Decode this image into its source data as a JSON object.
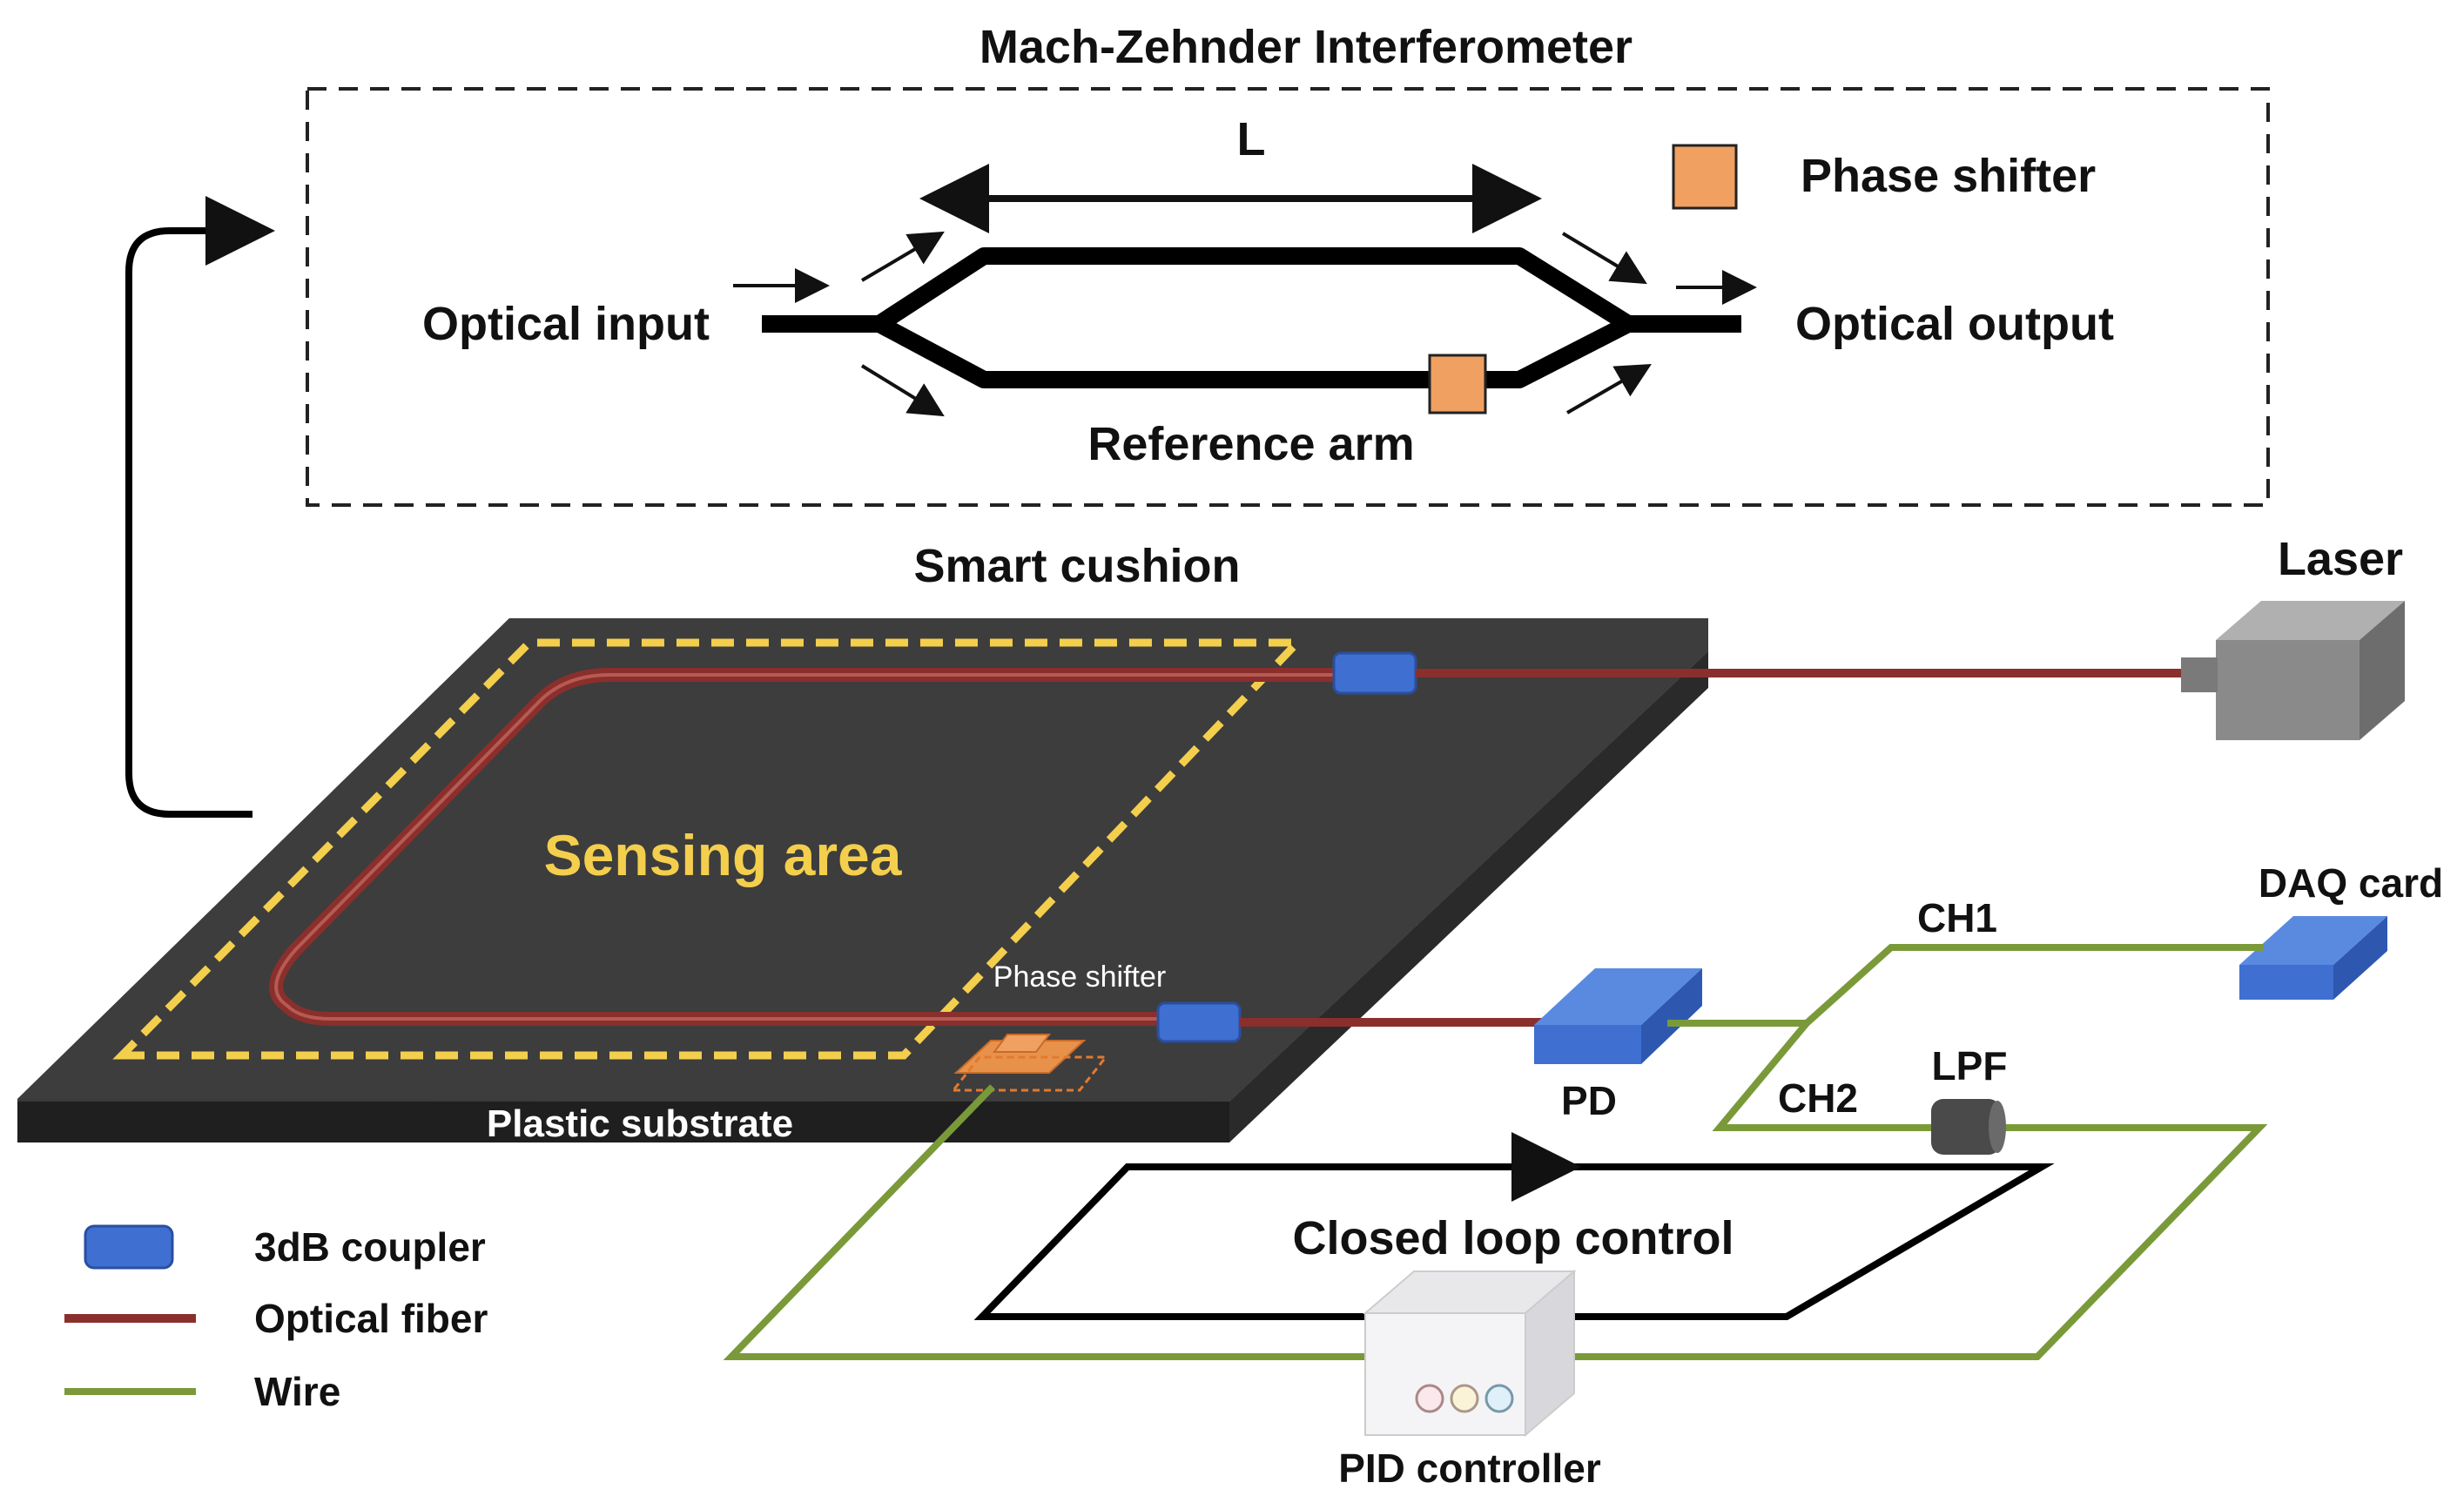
{
  "mzi": {
    "title": "Mach-Zehnder Interferometer",
    "length_label": "L",
    "input_label": "Optical input",
    "output_label": "Optical output",
    "reference_label": "Reference arm",
    "legend_label": "Phase shifter"
  },
  "cushion": {
    "title": "Smart cushion",
    "sensing_label": "Sensing area",
    "substrate_label": "Plastic substrate",
    "phase_shifter_label": "Phase shifter"
  },
  "devices": {
    "laser": "Laser",
    "daq": "DAQ card",
    "pd": "PD",
    "lpf": "LPF",
    "pid": "PID controller",
    "ch1": "CH1",
    "ch2": "CH2",
    "loop": "Closed loop control"
  },
  "legend": {
    "coupler": "3dB coupler",
    "fiber": "Optical fiber",
    "wire": "Wire"
  },
  "colors": {
    "fiber": "#8b2f2c",
    "wire": "#7a9a3a",
    "coupler": "#3f6fd0",
    "phase_shifter": "#f0a060",
    "sensing": "#f3cf4d",
    "substrate": "#3a3a3a"
  }
}
